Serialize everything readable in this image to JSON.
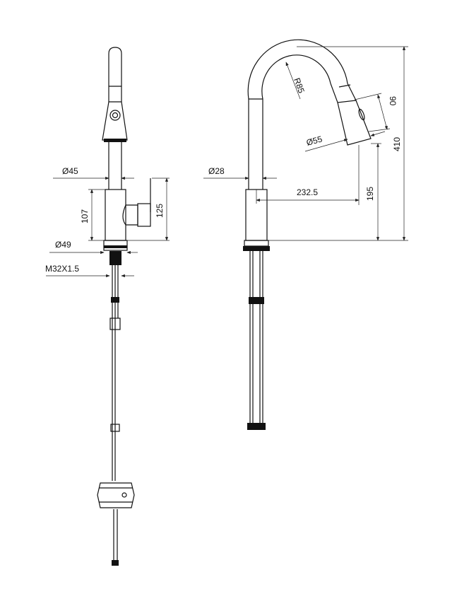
{
  "drawing": {
    "title": "Pull-down kitchen faucet technical drawing",
    "front_view": {
      "dimensions": {
        "spout_diameter": "Ø45",
        "body_height": "107",
        "handle_height": "125",
        "base_diameter": "Ø49",
        "thread": "M32X1.5"
      }
    },
    "side_view": {
      "dimensions": {
        "tube_diameter": "Ø28",
        "radius": "R85",
        "head_length": "90",
        "head_diameter": "Ø55",
        "reach": "232.5",
        "outlet_height": "195",
        "total_height": "410"
      }
    }
  }
}
